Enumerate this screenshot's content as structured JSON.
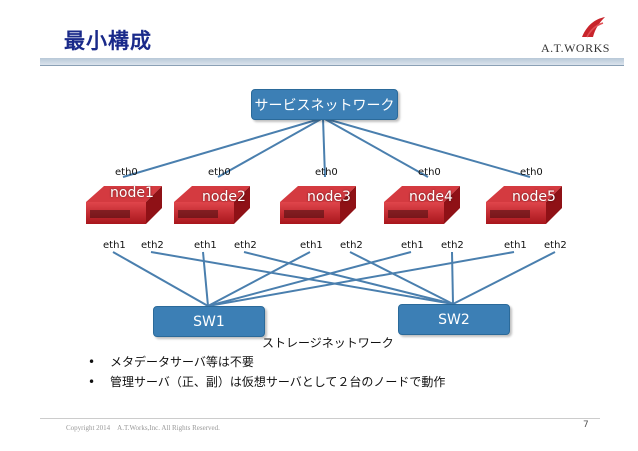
{
  "title": "最小構成",
  "logo": {
    "text": "A.T.WORKS",
    "icon": "at-works-logo"
  },
  "service_network": "サービスネットワーク",
  "switches": {
    "sw1": "SW1",
    "sw2": "SW2"
  },
  "storage_network": "ストレージネットワーク",
  "nodes": [
    {
      "name": "node1",
      "eth0": "eth0",
      "eth1": "eth1",
      "eth2": "eth2"
    },
    {
      "name": "node2",
      "eth0": "eth0",
      "eth1": "eth1",
      "eth2": "eth2"
    },
    {
      "name": "node3",
      "eth0": "eth0",
      "eth1": "eth1",
      "eth2": "eth2"
    },
    {
      "name": "node4",
      "eth0": "eth0",
      "eth1": "eth1",
      "eth2": "eth2"
    },
    {
      "name": "node5",
      "eth0": "eth0",
      "eth1": "eth1",
      "eth2": "eth2"
    }
  ],
  "bullets": [
    "メタデータサーバ等は不要",
    "管理サーバ（正、副）は仮想サーバとして２台のノードで動作"
  ],
  "footer": "Copyright 2014　A.T.Works,Inc. All Rights Reserved.",
  "page_number": "7",
  "colors": {
    "box": "#3c7fb5",
    "line": "#4a7fae",
    "server": "#c8242b",
    "title": "#1a2a8a"
  }
}
